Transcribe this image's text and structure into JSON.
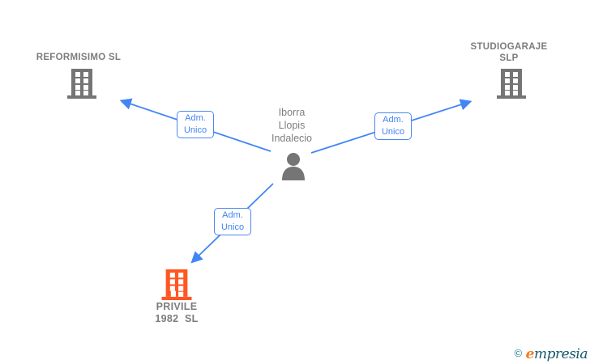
{
  "center_person": {
    "name_line1": "Iborra",
    "name_line2": "Llopis",
    "name_line3": "Indalecio"
  },
  "companies": [
    {
      "name": "REFORMISIMO SL"
    },
    {
      "name_line1": "STUDIOGARAJE",
      "name_line2": "SLP"
    },
    {
      "name_line1": "PRIVILE",
      "name_line2": "1982  SL"
    }
  ],
  "relations": [
    {
      "role_line1": "Adm.",
      "role_line2": "Unico"
    },
    {
      "role_line1": "Adm.",
      "role_line2": "Unico"
    },
    {
      "role_line1": "Adm.",
      "role_line2": "Unico"
    }
  ],
  "footer": {
    "copyright": "©",
    "brand_first_letter": "e",
    "brand_rest": "mpresia"
  },
  "colors": {
    "arrow_blue": "#4285f4",
    "label_blue": "#4285f4",
    "icon_gray": "#757575",
    "text_gray": "#7c7c7c",
    "highlight_orange": "#ff5722",
    "footer_teal": "#1d7f93",
    "footer_orange": "#f07d22",
    "footer_dark_teal": "#14576b"
  }
}
